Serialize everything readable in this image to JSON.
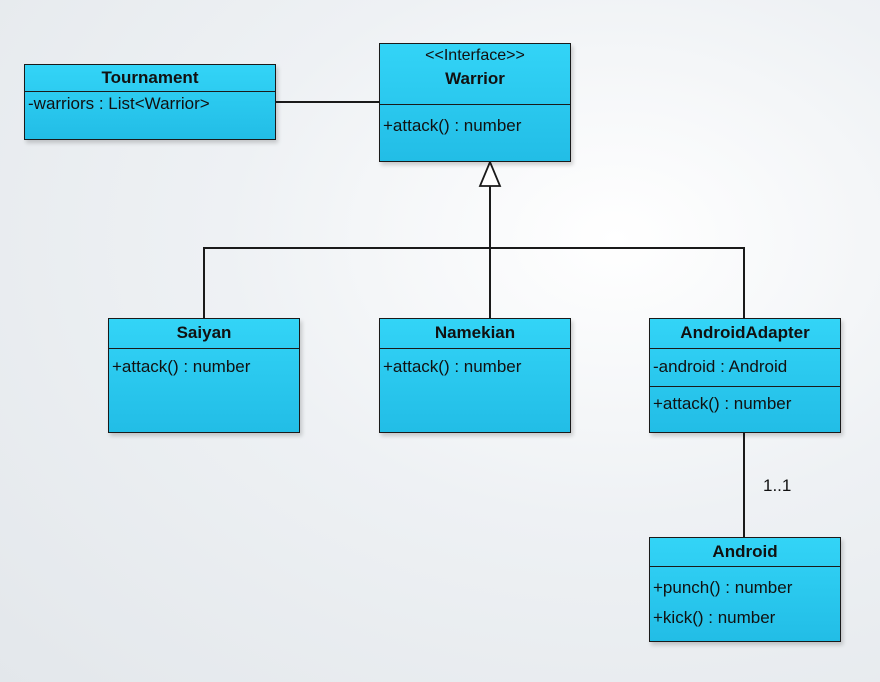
{
  "classes": {
    "tournament": {
      "name": "Tournament",
      "attributes": [
        "-warriors : List<Warrior>"
      ]
    },
    "warrior": {
      "stereotype": "<<Interface>>",
      "name": "Warrior",
      "methods": [
        "+attack() : number"
      ]
    },
    "saiyan": {
      "name": "Saiyan",
      "methods": [
        "+attack() : number"
      ]
    },
    "namekian": {
      "name": "Namekian",
      "methods": [
        "+attack() : number"
      ]
    },
    "android_adapter": {
      "name": "AndroidAdapter",
      "attributes": [
        "-android : Android"
      ],
      "methods": [
        "+attack() : number"
      ]
    },
    "android": {
      "name": "Android",
      "methods": [
        "+punch() : number",
        "+kick() : number"
      ]
    }
  },
  "relations": {
    "adapter_android_multiplicity": "1..1"
  }
}
